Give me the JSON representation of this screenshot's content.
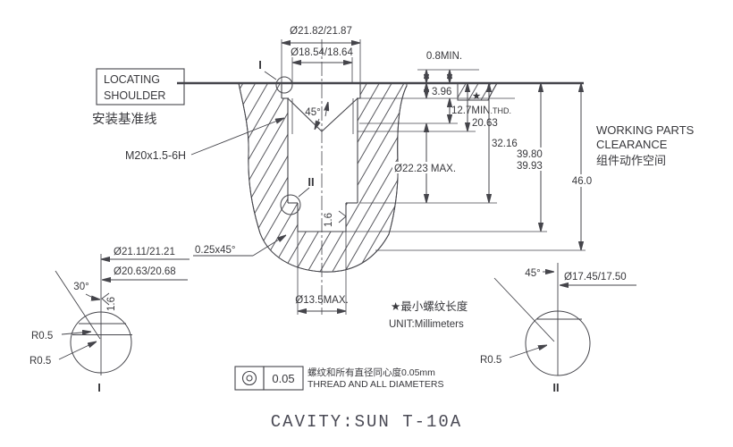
{
  "colors": {
    "line": "#45454b",
    "text": "#38383c",
    "title": "#4a4a55",
    "hatch": "#5a5a60"
  },
  "labels": {
    "locating_shoulder_1": "LOCATING",
    "locating_shoulder_2": "SHOULDER",
    "datum_cn": "安装基准线",
    "thread_spec": "M20x1.5-6H",
    "working_parts_1": "WORKING PARTS",
    "working_parts_2": "CLEARANCE",
    "working_parts_cn": "组件动作空间",
    "detail_1": "I",
    "detail_2": "II",
    "finish": "1.6"
  },
  "dims": {
    "counterbore_dia": "Ø21.82/21.87",
    "thread_bore_dia": "Ø18.54/18.64",
    "min_face": "0.8MIN.",
    "shoulder_depth": "3.96",
    "star": "★",
    "thread_min": "12.7MIN",
    "thread_min_suffix": ".THD.",
    "thread_depth": "20.63",
    "depth_32": "32.16",
    "depth_39a": "39.80",
    "depth_39b": "39.93",
    "depth_46": "46.0",
    "clearance_dia": "Ø22.23 MAX.",
    "pilot_dia": "Ø13.5MAX.",
    "chamfer45": "45°",
    "chamfer_note": "0.25x45°",
    "detail1_dia_outer": "Ø21.11/21.21",
    "detail1_dia_inner": "Ø20.63/20.68",
    "detail1_angle": "30°",
    "detail1_radius_a": "R0.5",
    "detail1_radius_b": "R0.5",
    "detail2_angle": "45°",
    "detail2_dia": "Ø17.45/17.50",
    "detail2_radius": "R0.5"
  },
  "notes": {
    "star_note": "★最小螺纹长度",
    "unit": "UNIT:Millimeters",
    "tolerance_value": "0.05",
    "tolerance_cn": "螺纹和所有直径同心度0.05mm",
    "tolerance_en": "THREAD AND ALL DIAMETERS"
  },
  "title": "CAVITY:SUN T-10A"
}
